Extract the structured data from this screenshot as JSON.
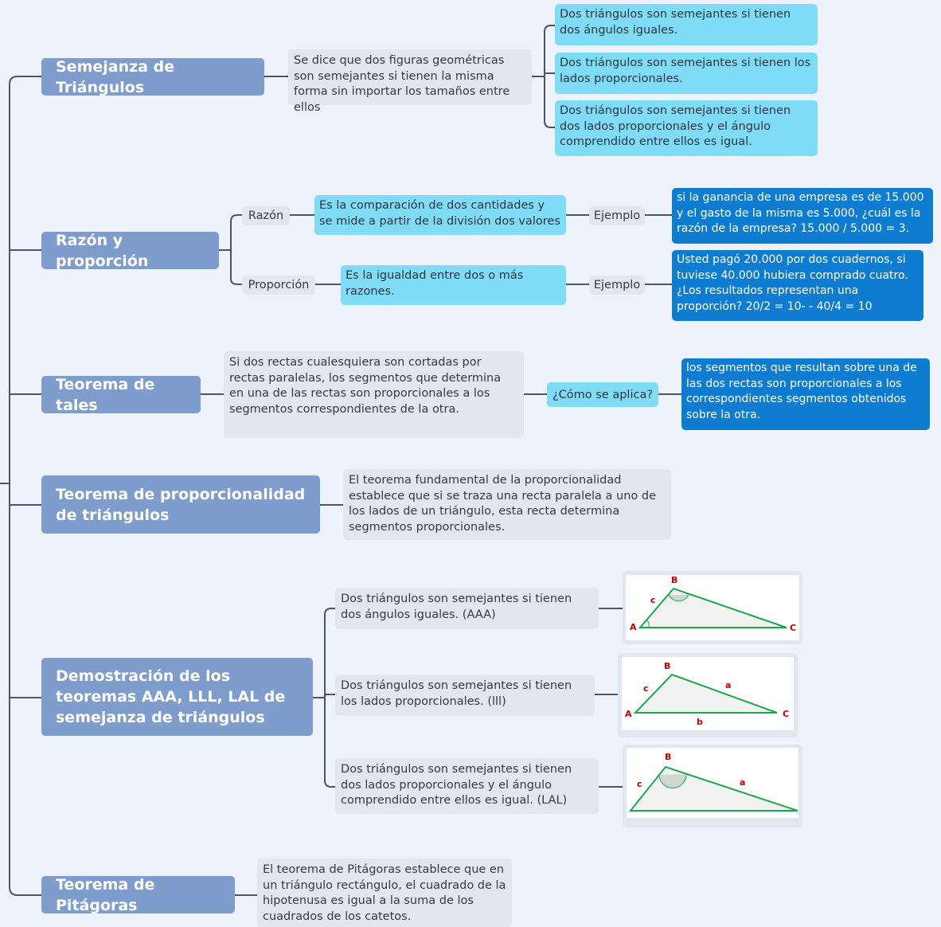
{
  "branches": {
    "semejanza": {
      "title": "Semejanza de Triángulos",
      "definition": "Se dice que dos figuras geométricas son semejantes si tienen la misma forma sin importar los tamaños entre ellos",
      "criteria": [
        "Dos triángulos son semejantes si tienen dos ángulos iguales.",
        "Dos triángulos son semejantes si tienen los lados proporcionales.",
        "Dos triángulos son semejantes si tienen dos lados proporcionales y el ángulo comprendido entre ellos es igual."
      ]
    },
    "razon": {
      "title": "Razón y proporción",
      "razon_label": "Razón",
      "razon_def": "Es la comparación de dos cantidades y se mide a partir de la división dos valores",
      "ejemplo1_label": "Ejemplo",
      "ejemplo1_text": "si la ganancia de una empresa es de 15.000 y el gasto de la misma es 5.000, ¿cuál es la razón de la empresa? 15.000 / 5.000 = 3.",
      "proporcion_label": "Proporción",
      "proporcion_def": "Es la igualdad entre dos o más razones.",
      "ejemplo2_label": "Ejemplo",
      "ejemplo2_text": "Usted pagó 20.000 por dos cuadernos, si tuviese 40.000 hubiera comprado cuatro. ¿Los resultados representan una proporción? 20/2 = 10- - 40/4 = 10"
    },
    "tales": {
      "title": "Teorema de tales",
      "definition": "Si dos rectas cualesquiera son cortadas por rectas paralelas, los segmentos que determina en una de las rectas son proporcionales a los segmentos correspondientes de la otra.",
      "question": "¿Cómo se aplica?",
      "answer": "los segmentos que resultan sobre una de las dos rectas son proporcionales a los correspondientes segmentos obtenidos sobre la otra."
    },
    "proporcionalidad": {
      "title": "Teorema de proporcionalidad de triángulos",
      "definition": "El teorema fundamental de la proporcionalidad establece que si se traza una recta paralela a uno de los lados de un triángulo, esta recta determina segmentos proporcionales."
    },
    "demostracion": {
      "title": "Demostración de los teoremas AAA, LLL, LAL de semejanza de triángulos",
      "items": [
        {
          "text": "Dos triángulos son semejantes si tienen dos ángulos iguales. (AAA)",
          "labels": {
            "a": "A",
            "b": "B",
            "c": "C",
            "side_c": "c"
          }
        },
        {
          "text": "Dos triángulos son semejantes si tienen los lados proporcionales. (lll)",
          "labels": {
            "a": "A",
            "b": "B",
            "c": "C",
            "side_a": "a",
            "side_b": "b",
            "side_c": "c"
          }
        },
        {
          "text": "Dos triángulos son semejantes si tienen dos lados proporcionales y el ángulo comprendido entre ellos es igual. (LAL)",
          "labels": {
            "b": "B",
            "side_a": "a",
            "side_c": "c"
          }
        }
      ]
    },
    "pitagoras": {
      "title": "Teorema de Pitágoras",
      "definition": "El teorema de Pitágoras establece que en un triángulo rectángulo, el cuadrado de la hipotenusa es igual a la suma de los cuadrados de los catetos."
    }
  },
  "colors": {
    "main": "#7e9ccc",
    "grey": "#e2e7ef",
    "light": "#7fdcf7",
    "dark": "#0e7cd0",
    "line": "#4a5566",
    "triangle": "#1aa84a"
  }
}
